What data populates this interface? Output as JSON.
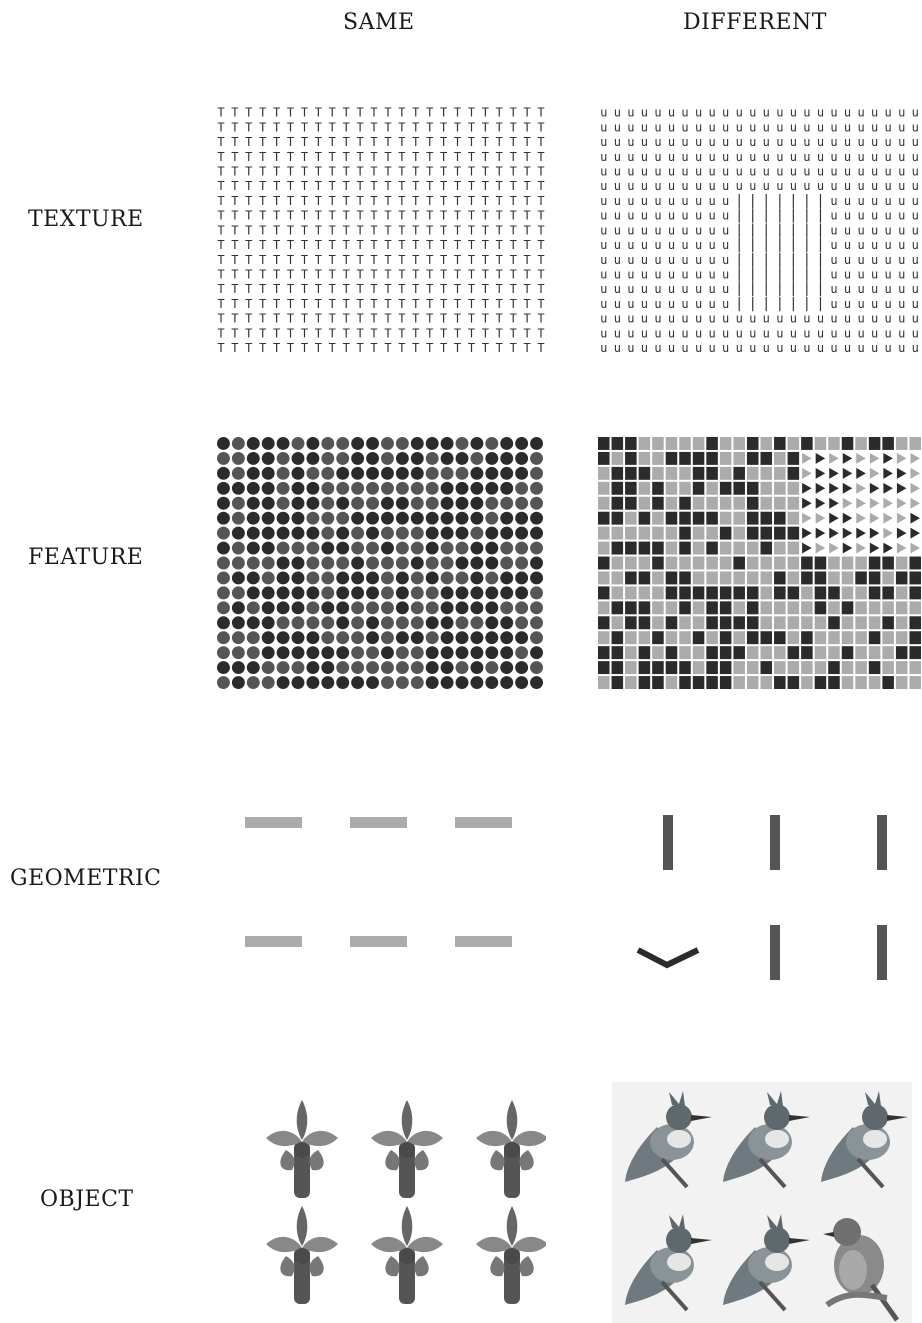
{
  "columns": {
    "same": "SAME",
    "different": "DIFFERENT"
  },
  "rows": [
    {
      "label": "TEXTURE"
    },
    {
      "label": "FEATURE"
    },
    {
      "label": "GEOMETRIC"
    },
    {
      "label": "OBJECT"
    }
  ],
  "texture": {
    "same_glyph": "T",
    "different_glyph": "u",
    "target_glyph": "|"
  },
  "colors": {
    "dark": "#2b2b2b",
    "mid": "#555555",
    "light": "#ababab",
    "bird": "#6f7a80",
    "flower": "#4a4a4a"
  }
}
